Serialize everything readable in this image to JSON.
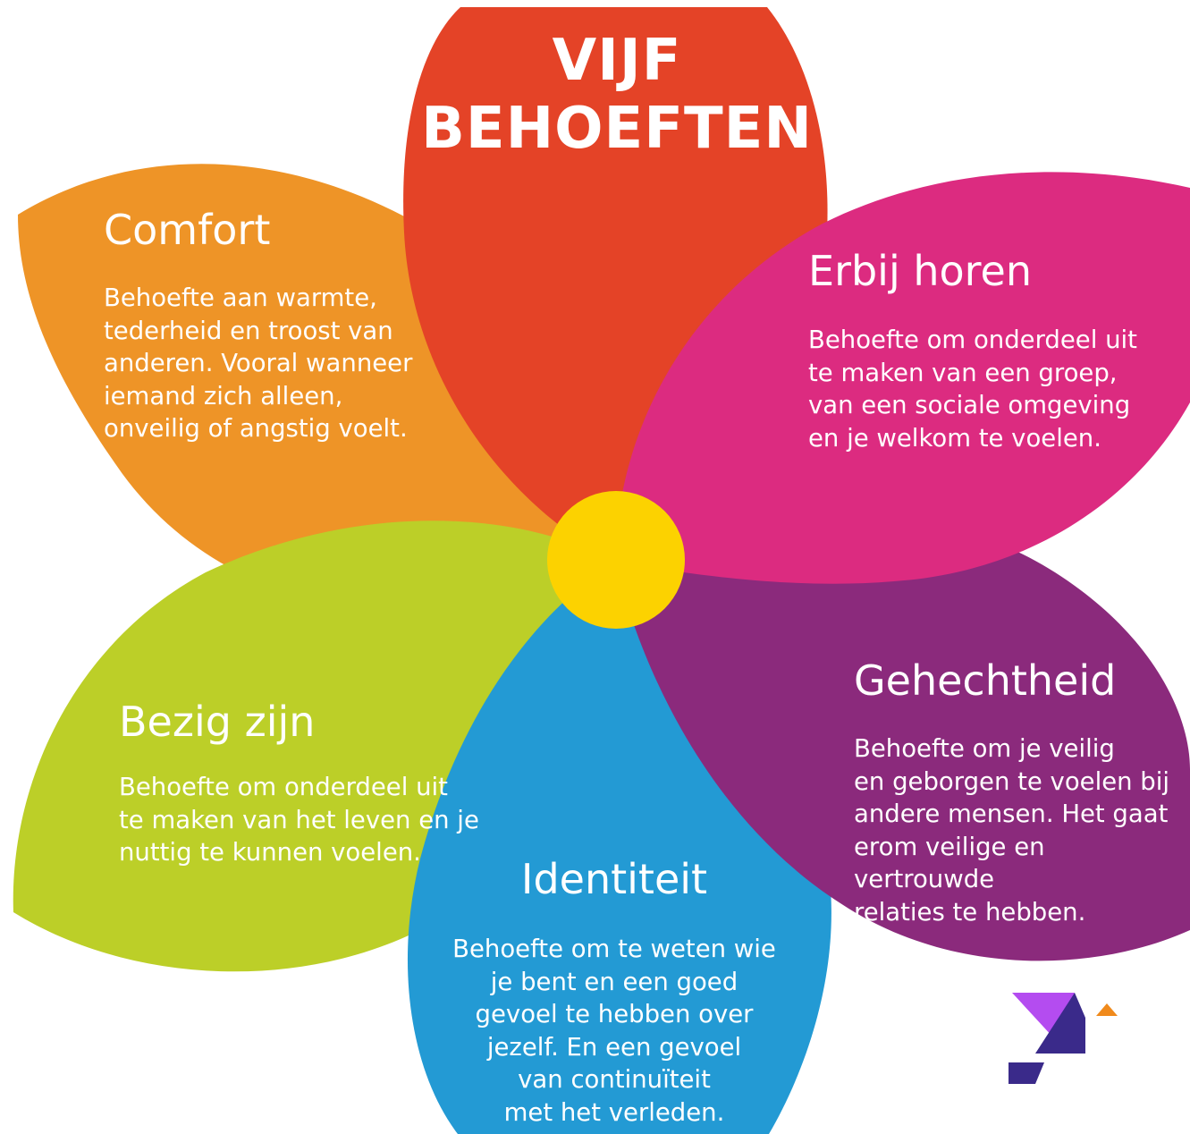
{
  "title": "VIJF\nBEHOEFTEN",
  "colors": {
    "title_petal": "#e44327",
    "comfort_petal": "#ee9427",
    "erbij_horen_petal": "#dc2b80",
    "gehechtheid_petal": "#8b2a7c",
    "identiteit_petal": "#239ad4",
    "bezig_zijn_petal": "#bccf28",
    "center": "#fcd200"
  },
  "petals": {
    "comfort": {
      "heading": "Comfort",
      "text": "Behoefte aan warmte,\ntederheid en troost van\nanderen. Vooral wanneer\niemand zich alleen,\nonveilig of angstig voelt."
    },
    "erbij_horen": {
      "heading": "Erbij horen",
      "text": "Behoefte om onderdeel uit\nte maken van een groep,\nvan een sociale omgeving\nen je welkom te voelen."
    },
    "gehechtheid": {
      "heading": "Gehechtheid",
      "text": "Behoefte om je veilig\nen geborgen te voelen bij\nandere mensen. Het gaat\nerom veilige en vertrouwde\nrelaties te hebben."
    },
    "identiteit": {
      "heading": "Identiteit",
      "text": "Behoefte om te weten wie\nje bent en een goed\ngevoel te hebben over\njezelf. En een gevoel\nvan continuïteit\nmet het verleden."
    },
    "bezig_zijn": {
      "heading": "Bezig zijn",
      "text": "Behoefte om onderdeel uit\nte maken van het leven en je\nnuttig te kunnen voelen."
    }
  },
  "logo": {
    "icon": "bird-logo-icon",
    "colors": [
      "#b44cf0",
      "#3a2a8a",
      "#f08a1c"
    ]
  }
}
